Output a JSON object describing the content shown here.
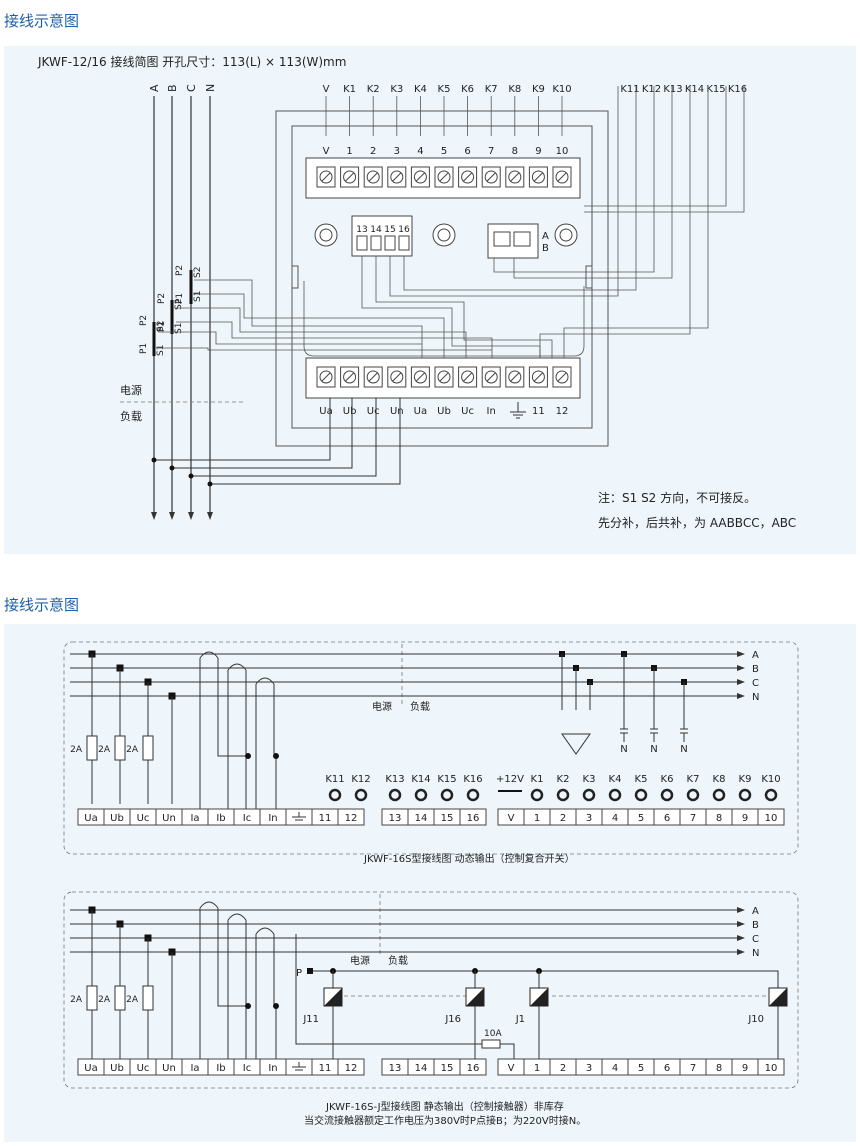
{
  "sections": [
    {
      "title": "接线示意图"
    },
    {
      "title": "接线示意图"
    }
  ],
  "diagram1": {
    "caption": "JKWF-12/16 接线简图  开孔尺寸：113(L) × 113(W)mm",
    "phases": [
      "A",
      "B",
      "C",
      "N"
    ],
    "top_labels": [
      "V",
      "K1",
      "K2",
      "K3",
      "K4",
      "K5",
      "K6",
      "K7",
      "K8",
      "K9",
      "K10"
    ],
    "right_labels": [
      "K11",
      "K12",
      "K13",
      "K14",
      "K15",
      "K16"
    ],
    "top_terminals": [
      "V",
      "1",
      "2",
      "3",
      "4",
      "5",
      "6",
      "7",
      "8",
      "9",
      "10"
    ],
    "connector_pins": [
      "13",
      "14",
      "15",
      "16"
    ],
    "ab_labels": [
      "A",
      "B"
    ],
    "bottom_terminals": [
      "Ua",
      "Ub",
      "Uc",
      "Un",
      "Ua",
      "Ub",
      "Uc",
      "In",
      "",
      "11",
      "12"
    ],
    "ct_labels": {
      "p1": "P1",
      "p2": "P2",
      "s1": "S1",
      "s2": "S2"
    },
    "source_label": "电源",
    "load_label": "负载",
    "note1": "注：S1 S2 方向，不可接反。",
    "note2": "先分补，后共补，为 AABBCC，ABC"
  },
  "diagram2": {
    "phases": [
      "A",
      "B",
      "C",
      "N"
    ],
    "fuse_label": "2A",
    "source_label": "电源",
    "load_label": "负载",
    "top_labels_left": [
      "K11",
      "K12",
      "K13",
      "K14",
      "K15",
      "K16"
    ],
    "plus12v": "+12V",
    "top_labels_right": [
      "K1",
      "K2",
      "K3",
      "K4",
      "K5",
      "K6",
      "K7",
      "K8",
      "K9",
      "K10"
    ],
    "terminals_left": [
      "Ua",
      "Ub",
      "Uc",
      "Un",
      "Ia",
      "Ib",
      "Ic",
      "In",
      "",
      "11",
      "12"
    ],
    "terminals_mid": [
      "13",
      "14",
      "15",
      "16"
    ],
    "terminals_right": [
      "V",
      "1",
      "2",
      "3",
      "4",
      "5",
      "6",
      "7",
      "8",
      "9",
      "10"
    ],
    "cap_n": "N",
    "caption": "JKWF-16S型接线图     动态输出（控制复合开关）"
  },
  "diagram3": {
    "phases": [
      "A",
      "B",
      "C",
      "N"
    ],
    "fuse_label": "2A",
    "source_label": "电源",
    "load_label": "负载",
    "p_label": "P",
    "relays": [
      "J11",
      "J16",
      "J1",
      "J10"
    ],
    "fuse_10a": "10A",
    "terminals_left": [
      "Ua",
      "Ub",
      "Uc",
      "Un",
      "Ia",
      "Ib",
      "Ic",
      "In",
      "",
      "11",
      "12"
    ],
    "terminals_mid": [
      "13",
      "14",
      "15",
      "16"
    ],
    "terminals_right": [
      "V",
      "1",
      "2",
      "3",
      "4",
      "5",
      "6",
      "7",
      "8",
      "9",
      "10"
    ],
    "caption1": "JKWF-16S-J型接线图   静态输出（控制接触器）非库存",
    "caption2": "当交流接触器额定工作电压为380V时P点接B；为220V时接N。"
  }
}
